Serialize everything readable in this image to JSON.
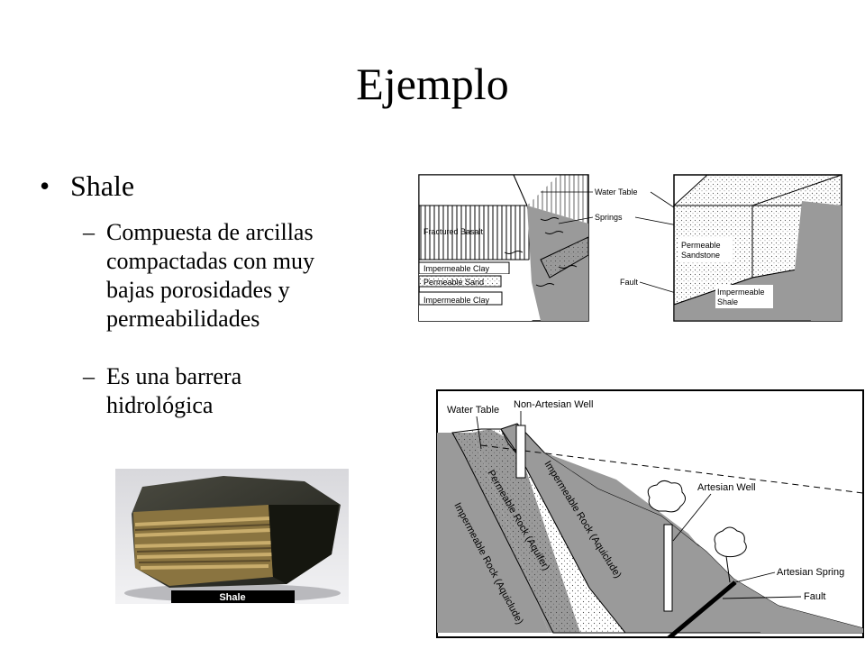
{
  "title": "Ejemplo",
  "bullet": "Shale",
  "subbullets": [
    {
      "dash": "–",
      "lines": [
        "Compuesta de arcillas",
        "compactadas con muy",
        "bajas porosidades y",
        "permeabilidades"
      ]
    },
    {
      "dash": "–",
      "lines": [
        "Es una barrera",
        "hidrológica"
      ]
    }
  ],
  "photo": {
    "caption": "Shale"
  },
  "diagram_top": {
    "left_labels": {
      "fractured_basalt": "Fractured Basalt",
      "impermeable_clay_1": "Impermeable Clay",
      "permeable_sand": "Permeable Sand",
      "impermeable_clay_2": "Impermeable Clay"
    },
    "center_labels": {
      "water_table": "Water Table",
      "springs": "Springs",
      "fault": "Fault"
    },
    "right_labels": {
      "permeable_sandstone_1": "Permeable",
      "permeable_sandstone_2": "Sandstone",
      "impermeable_shale_1": "Impermeable",
      "impermeable_shale_2": "Shale"
    }
  },
  "diagram_bottom": {
    "water_table": "Water Table",
    "non_artesian_well": "Non-Artesian Well",
    "artesian_well": "Artesian Well",
    "artesian_spring": "Artesian Spring",
    "fault": "Fault",
    "impermeable_upper": "Impermeable Rock (Aquiclude)",
    "permeable_aquifer": "Permeable Rock (Aquifer)",
    "impermeable_lower": "Impermeable Rock (Aquiclude)"
  }
}
